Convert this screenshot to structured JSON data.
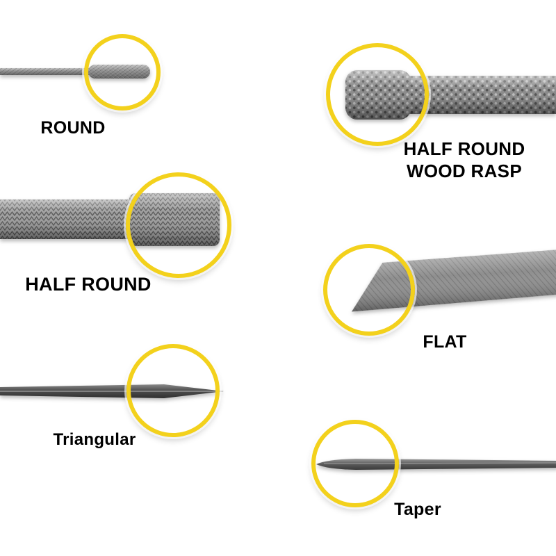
{
  "accent_color": "#F3D11C",
  "items": [
    {
      "name": "round-file",
      "label": "ROUND"
    },
    {
      "name": "half-round-wood-rasp",
      "label": "HALF ROUND\nWOOD RASP"
    },
    {
      "name": "half-round-file",
      "label": "HALF ROUND"
    },
    {
      "name": "flat-file",
      "label": "FLAT"
    },
    {
      "name": "triangular-file",
      "label": "Triangular"
    },
    {
      "name": "taper-file",
      "label": "Taper"
    }
  ]
}
